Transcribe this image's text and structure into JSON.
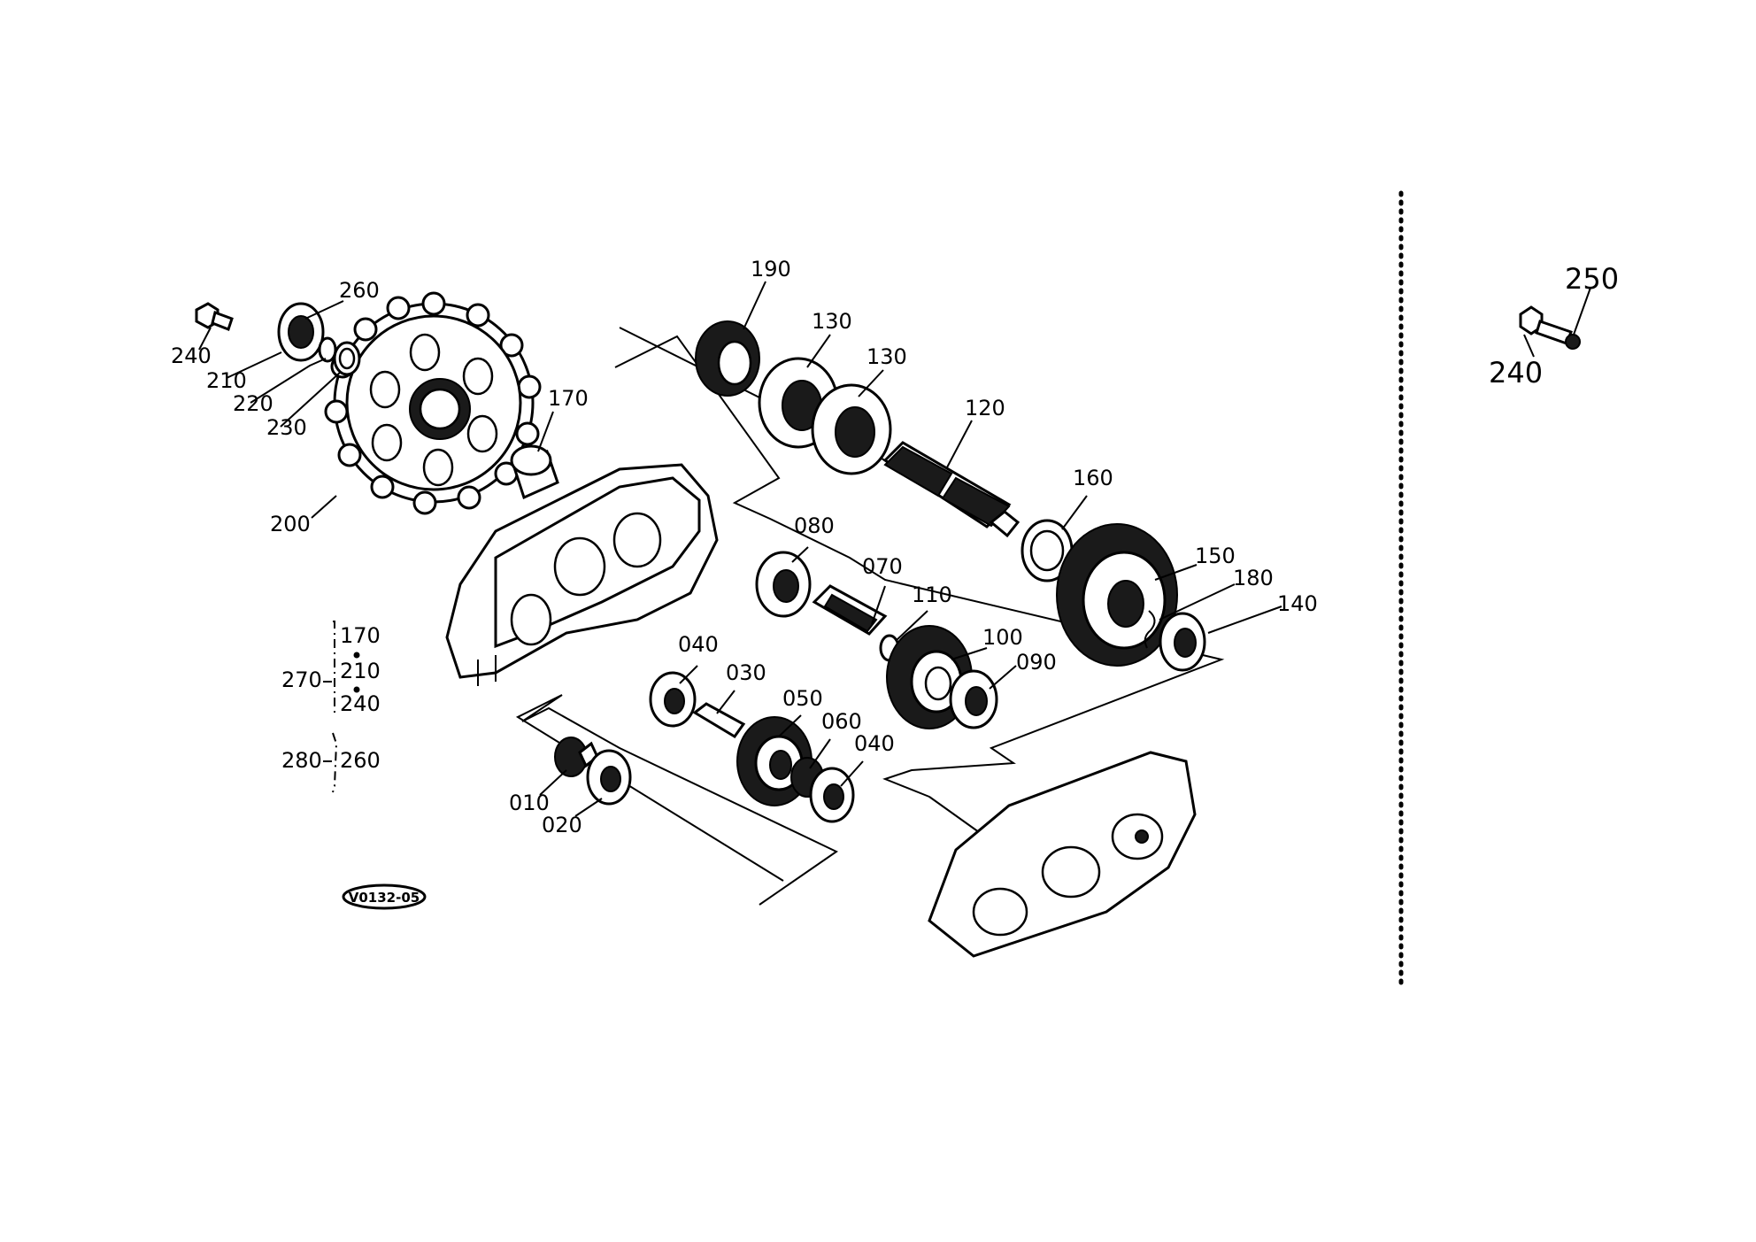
{
  "diagram_code": "V0132-05",
  "callouts": {
    "p010": "010",
    "p020": "020",
    "p030": "030",
    "p040a": "040",
    "p040b": "040",
    "p050": "050",
    "p060": "060",
    "p070": "070",
    "p080": "080",
    "p090": "090",
    "p100": "100",
    "p110": "110",
    "p120": "120",
    "p130a": "130",
    "p130b": "130",
    "p140": "140",
    "p150": "150",
    "p160": "160",
    "p170": "170",
    "p180": "180",
    "p190": "190",
    "p200": "200",
    "p210": "210",
    "p220": "220",
    "p230": "230",
    "p240": "240",
    "p260": "260",
    "r240": "240",
    "r250": "250"
  },
  "kits": {
    "k270": {
      "label": "270",
      "items": [
        "170",
        "210",
        "240"
      ]
    },
    "k280": {
      "label": "280",
      "items": [
        "260"
      ]
    }
  },
  "colors": {
    "ink": "#000000",
    "paper": "#ffffff"
  }
}
